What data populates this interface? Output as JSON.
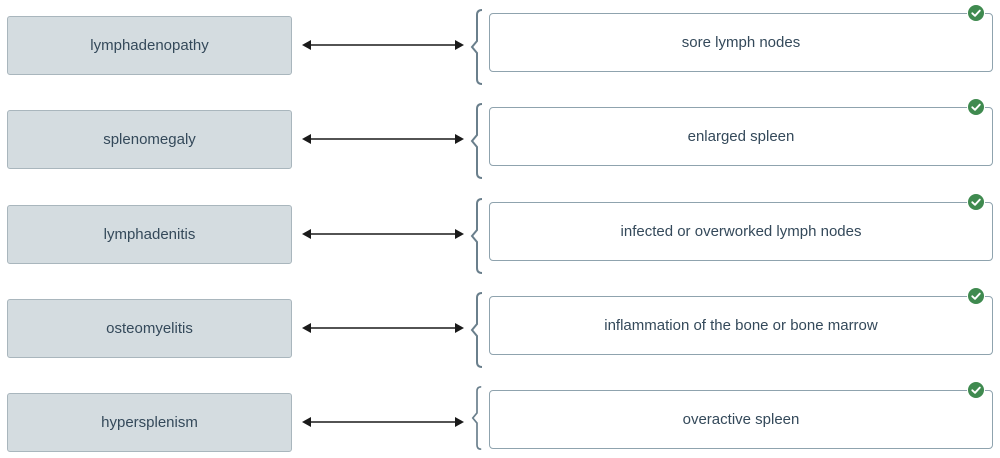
{
  "pairs": [
    {
      "term": "lymphadenopathy",
      "definition": "sore lymph nodes",
      "status": "correct"
    },
    {
      "term": "splenomegaly",
      "definition": "enlarged spleen",
      "status": "correct"
    },
    {
      "term": "lymphadenitis",
      "definition": "infected or overworked lymph nodes",
      "status": "correct"
    },
    {
      "term": "osteomyelitis",
      "definition": "inflammation of the bone or bone marrow",
      "status": "correct"
    },
    {
      "term": "hypersplenism",
      "definition": "overactive spleen",
      "status": "correct"
    }
  ],
  "colors": {
    "term_bg": "#d4dce0",
    "correct": "#3f8a4f",
    "arrow": "#1a1a1a",
    "bracket": "#6a7f8c"
  },
  "icons": {
    "connector": "double-arrow-icon",
    "status": "check-circle-icon",
    "bracket": "bracket-icon"
  }
}
